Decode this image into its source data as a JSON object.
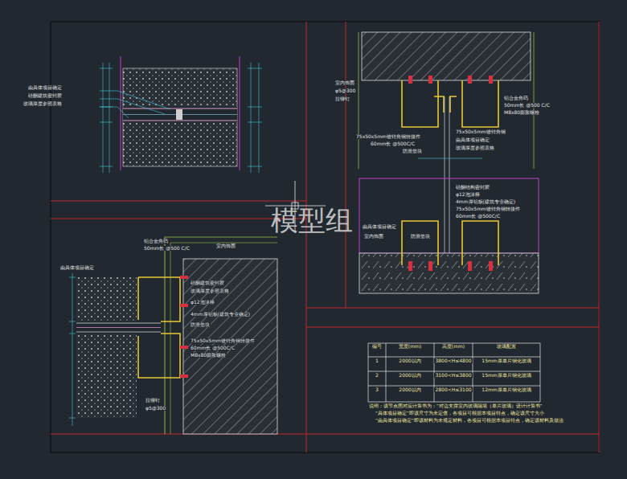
{
  "diagram": {
    "labels": [
      "由具体项目确定",
      "硅酮建筑密封胶",
      "玻璃厚度参照表格",
      "铝合金角码",
      "50mm长 @500 C/C",
      "室内饰面",
      "由具体项目确定",
      "硅酮建筑密封胶",
      "玻璃厚度参照表格",
      "φ12泡沫棒",
      "4mm厚铝板(建筑专业确定)",
      "防滑垫块",
      "75x50x5mm镀锌角钢转接件",
      "60mm长 @500C/C",
      "M8x80膨胀螺栓",
      "拉铆钉",
      "φ5@300",
      "室内饰面",
      "φ5@300",
      "拉铆钉",
      "铝合金角码",
      "50mm长 @500 C/C",
      "M8x80膨胀螺栓",
      "75x50x5mm镀锌角钢转接件",
      "60mm长 @500C/C",
      "防滑垫块",
      "75x50x5mm镀锌角钢",
      "由具体项目确定",
      "玻璃厚度参照表格",
      "硅酮结构密封胶",
      "φ12泡沫棒",
      "4mm厚铝板(建筑专业确定)",
      "75x50x5mm镀锌角钢转接件",
      "60mm长 @500C/C",
      "由具体项目确定",
      "室内饰面",
      "防滑垫块",
      "编号",
      "宽度(mm)",
      "高度(mm)",
      "玻璃配置",
      "1",
      "2000以内",
      "3800<H≤4800",
      "15mm厚单片钢化玻璃",
      "2",
      "2000以内",
      "3100<H≤3800",
      "15mm厚单片钢化玻璃",
      "3",
      "2000以内",
      "2800<H≤3100",
      "12mm厚单片钢化玻璃",
      "说明：该节点图对应计算书为：“对边支撑室内玻璃隔墙（单片玻璃）设计计算书”",
      "“具体项目确定”即该尺寸为未定值，各项目可根据本项目特点，确定该尺寸大小",
      "“由具体项目确定”即该材料为未规定材料，各项目可根据本项目特点，确定该材料及做法",
      "模型组"
    ]
  }
}
